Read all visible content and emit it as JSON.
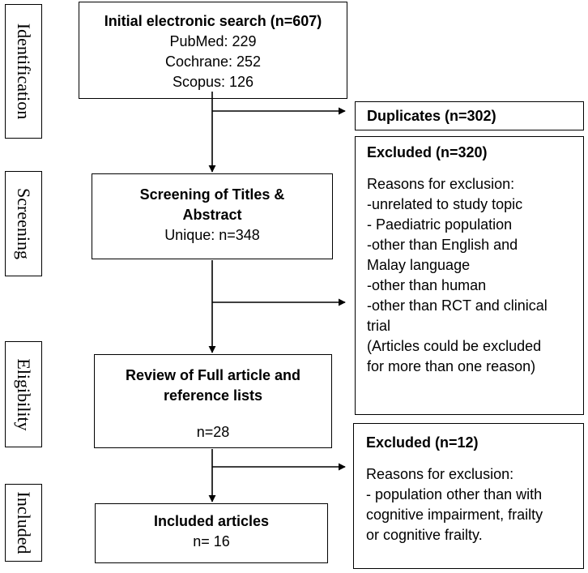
{
  "phases": {
    "identification": "Identification",
    "screening": "Screening",
    "eligibility": "Eligibility",
    "included": "Included"
  },
  "search": {
    "title": "Initial electronic search (n=607)",
    "pubmed": "PubMed: 229",
    "cochrane": "Cochrane: 252",
    "scopus": "Scopus: 126"
  },
  "duplicates": {
    "title": "Duplicates (n=302)"
  },
  "screening": {
    "title_line1": "Screening of Titles &",
    "title_line2": "Abstract",
    "unique": "Unique: n=348"
  },
  "excluded1": {
    "title": "Excluded (n=320)",
    "reasons_heading": "Reasons for exclusion:",
    "r1": "-unrelated to study topic",
    "r2": "- Paediatric population",
    "r3a": "-other than English and",
    "r3b": "Malay language",
    "r4": "-other than human",
    "r5a": "-other than RCT and clinical",
    "r5b": "trial",
    "note_a": "(Articles could be excluded",
    "note_b": "for more than one reason)"
  },
  "review": {
    "title_line1": "Review of Full article and",
    "title_line2": "reference lists",
    "count": "n=28"
  },
  "excluded2": {
    "title": "Excluded (n=12)",
    "reasons_heading": "Reasons for exclusion:",
    "r1a": "- population other than with",
    "r1b": "cognitive impairment, frailty",
    "r1c": "or cognitive frailty."
  },
  "included": {
    "title": "Included articles",
    "count": "n= 16"
  }
}
